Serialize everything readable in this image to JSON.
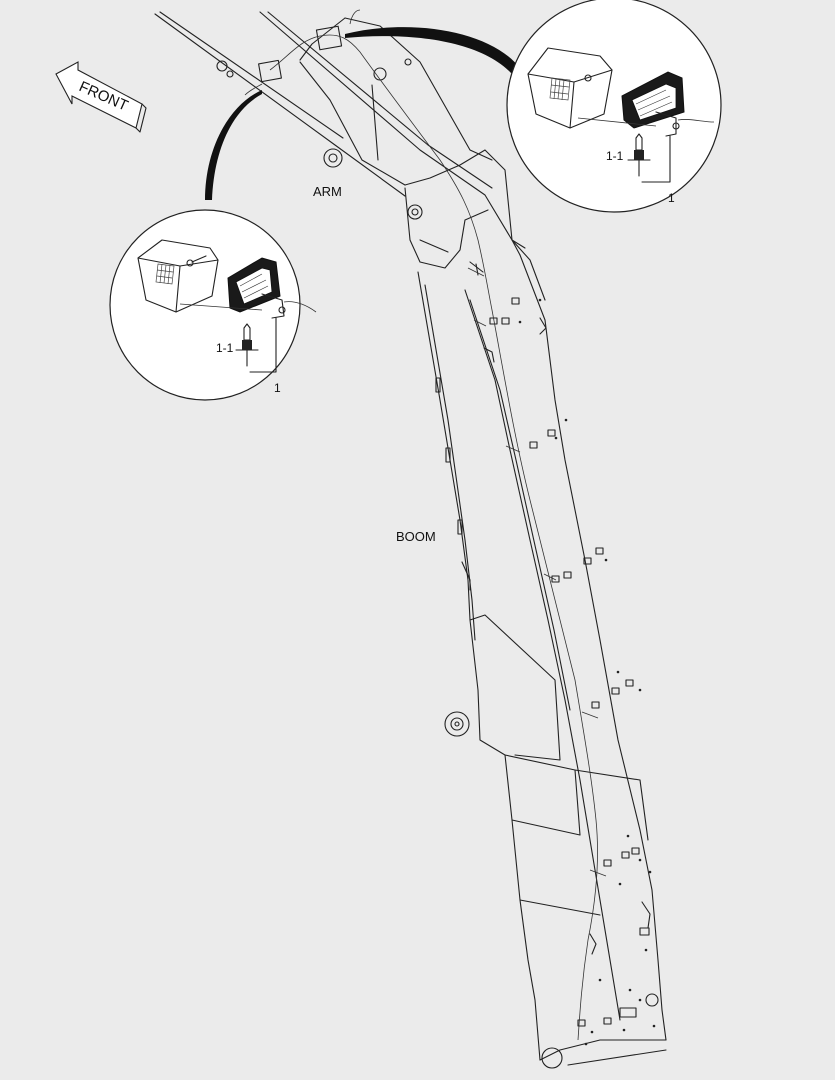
{
  "labels": {
    "front": "FRONT",
    "arm": "ARM",
    "boom": "BOOM"
  },
  "detail_left": {
    "bulb_label": "1-1",
    "lamp_label": "1"
  },
  "detail_right": {
    "bulb_label": "1-1",
    "lamp_label": "1"
  }
}
